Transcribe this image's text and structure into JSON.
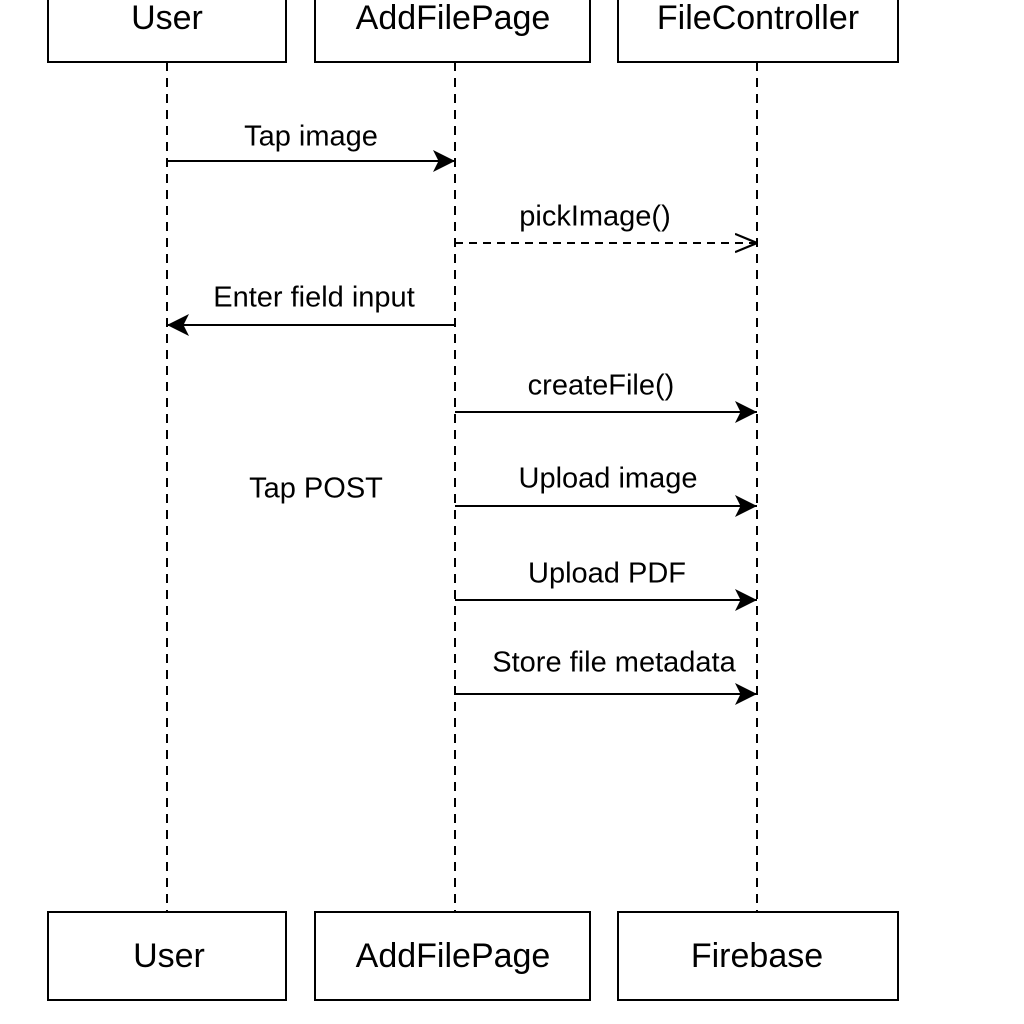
{
  "diagram": {
    "participants_top": [
      {
        "label": "User"
      },
      {
        "label": "AddFilePage"
      },
      {
        "label": "FileController"
      }
    ],
    "participants_bottom": [
      {
        "label": "User"
      },
      {
        "label": "AddFilePage"
      },
      {
        "label": "Firebase"
      }
    ],
    "messages": [
      {
        "label": "Tap image",
        "from": "User",
        "to": "AddFilePage",
        "style": "solid"
      },
      {
        "label": "pickImage()",
        "from": "AddFilePage",
        "to": "FileController",
        "style": "dashed-open"
      },
      {
        "label": "Enter field input",
        "from": "AddFilePage",
        "to": "User",
        "style": "solid"
      },
      {
        "label": "createFile()",
        "from": "AddFilePage",
        "to": "FileController",
        "style": "solid"
      },
      {
        "label": "Upload image",
        "from": "AddFilePage",
        "to": "Firebase",
        "style": "solid"
      },
      {
        "label": "Upload PDF",
        "from": "AddFilePage",
        "to": "Firebase",
        "style": "solid"
      },
      {
        "label": "Store file metadata",
        "from": "AddFilePage",
        "to": "Firebase",
        "style": "solid"
      }
    ],
    "notes": [
      {
        "label": "Tap POST"
      }
    ]
  }
}
